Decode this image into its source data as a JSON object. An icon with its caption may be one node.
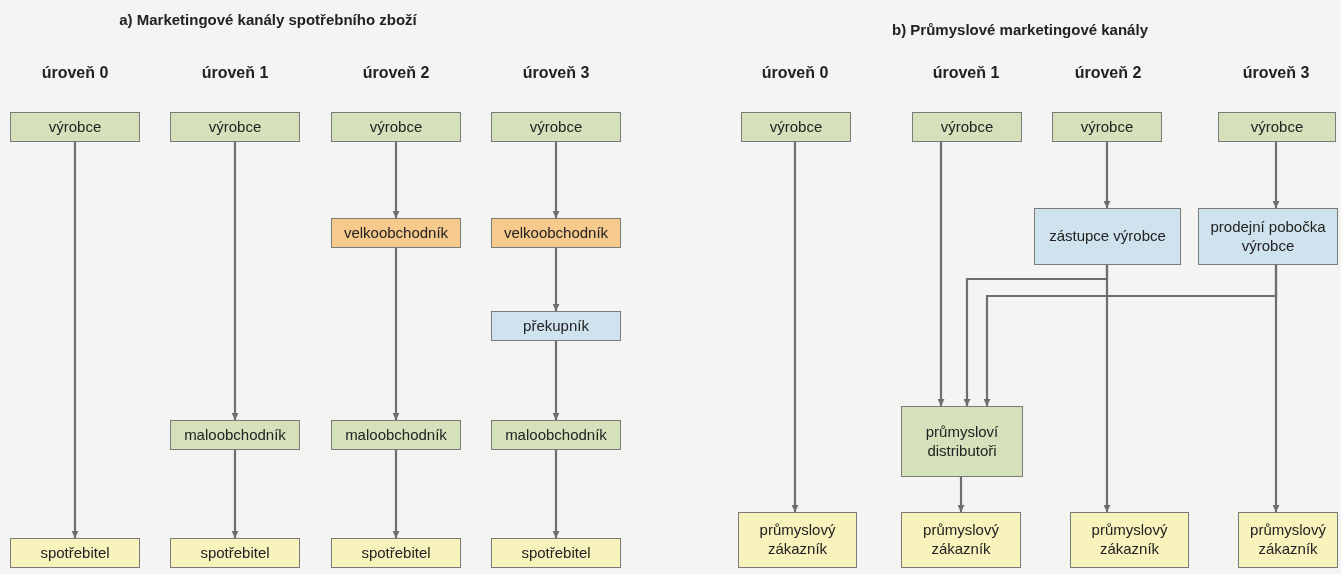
{
  "diagram": {
    "nodes": [
      {
        "text": [
          "výrobce"
        ]
      },
      {
        "text": [
          "spotřebitel"
        ]
      },
      {
        "text": [
          "výrobce"
        ]
      },
      {
        "text": [
          "maloobchodník"
        ]
      },
      {
        "text": [
          "spotřebitel"
        ]
      },
      {
        "text": [
          "výrobce"
        ]
      },
      {
        "text": [
          "velkoobchodník"
        ]
      },
      {
        "text": [
          "maloobchodník"
        ]
      },
      {
        "text": [
          "spotřebitel"
        ]
      },
      {
        "text": [
          "výrobce"
        ]
      },
      {
        "text": [
          "velkoobchodník"
        ]
      },
      {
        "text": [
          "překupník"
        ]
      },
      {
        "text": [
          "maloobchodník"
        ]
      },
      {
        "text": [
          "spotřebitel"
        ]
      },
      {
        "text": [
          "výrobce"
        ]
      },
      {
        "text": [
          "výrobce"
        ]
      },
      {
        "text": [
          "výrobce"
        ]
      },
      {
        "text": [
          "výrobce"
        ]
      },
      {
        "text": [
          "zástupce výrobce"
        ]
      },
      {
        "text": [
          "prodejní pobočka výrobce"
        ]
      },
      {
        "text": [
          "průmysloví distributoři"
        ]
      },
      {
        "text": [
          "průmyslový zákazník"
        ]
      },
      {
        "text": [
          "průmyslový zákazník"
        ]
      },
      {
        "text": [
          "průmyslový zákazník"
        ]
      },
      {
        "text": [
          "průmyslový zákazník"
        ]
      }
    ],
    "edges": [
      {
        "from": 0,
        "to": 1,
        "arrow": "to"
      },
      {
        "from": 2,
        "to": 3,
        "arrow": "to"
      },
      {
        "from": 3,
        "to": 4,
        "arrow": "to"
      },
      {
        "from": 5,
        "to": 6,
        "arrow": "to"
      },
      {
        "from": 6,
        "to": 7,
        "arrow": "to"
      },
      {
        "from": 7,
        "to": 8,
        "arrow": "to"
      },
      {
        "from": 9,
        "to": 10,
        "arrow": "to"
      },
      {
        "from": 10,
        "to": 11,
        "arrow": "to"
      },
      {
        "from": 11,
        "to": 12,
        "arrow": "to"
      },
      {
        "from": 12,
        "to": 13,
        "arrow": "to"
      },
      {
        "from": 14,
        "to": 21,
        "arrow": "to"
      },
      {
        "from": 15,
        "to": 20,
        "arrow": "to"
      },
      {
        "from": 16,
        "to": 18,
        "arrow": "to"
      },
      {
        "from": 17,
        "to": 19,
        "arrow": "to"
      },
      {
        "from": 18,
        "to": 20,
        "arrow": "to"
      },
      {
        "from": 18,
        "to": 23,
        "arrow": "to"
      },
      {
        "from": 19,
        "to": 20,
        "arrow": "to"
      },
      {
        "from": 19,
        "to": 24,
        "arrow": "to"
      },
      {
        "from": 20,
        "to": 22,
        "arrow": "to"
      }
    ],
    "labels": [
      "a) Marketingové kanály spotřebního zboží",
      "b) Průmyslové marketingové kanály",
      "úroveň 0",
      "úroveň 1",
      "úroveň 2",
      "úroveň 3",
      "úroveň 0",
      "úroveň 1",
      "úroveň 2",
      "úroveň 3"
    ]
  }
}
